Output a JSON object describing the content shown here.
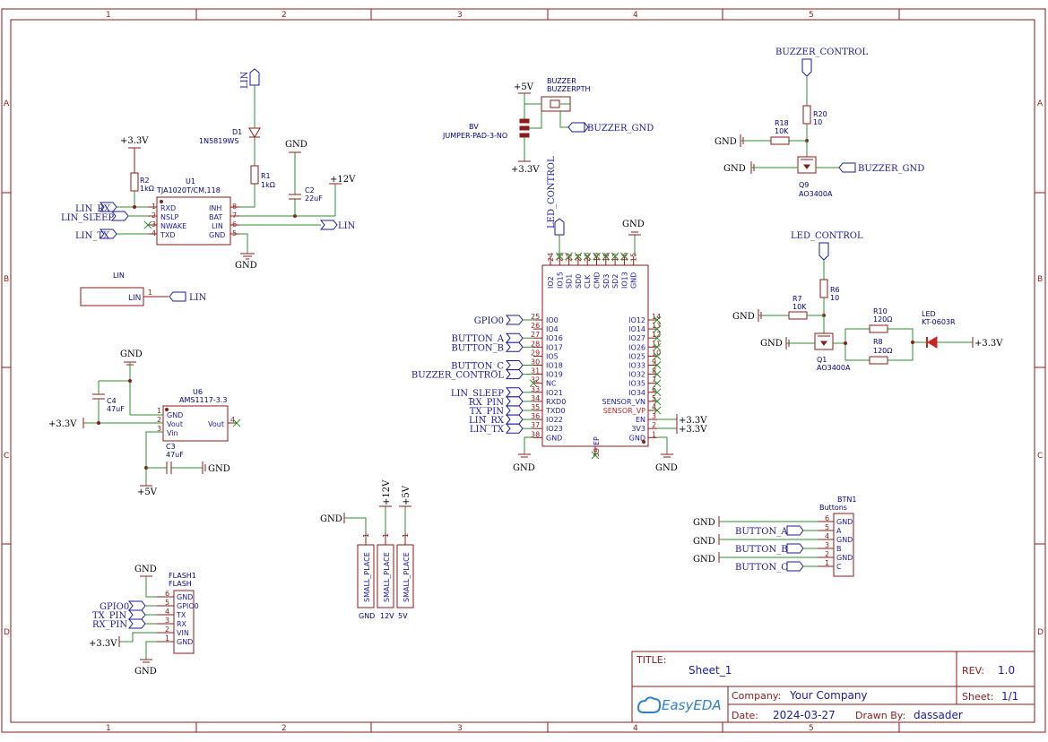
{
  "sheet": {
    "col_labels": [
      "1",
      "2",
      "3",
      "4",
      "5"
    ],
    "row_labels": [
      "A",
      "B",
      "C",
      "D"
    ]
  },
  "title_block": {
    "title_label": "TITLE:",
    "title": "Sheet_1",
    "rev_label": "REV:",
    "rev": "1.0",
    "company_label": "Company:",
    "company": "Your Company",
    "sheet_label": "Sheet:",
    "sheet": "1/1",
    "date_label": "Date:",
    "date": "2024-03-27",
    "drawn_label": "Drawn By:",
    "drawn_by": "dassader",
    "logo": "EasyEDA"
  },
  "lin_block": {
    "u1_ref": "U1",
    "u1_value": "TJA1020T/CM,118",
    "u1_pins": [
      "RXD",
      "NSLP",
      "NWAKE",
      "TXD",
      "INH",
      "BAT",
      "LIN",
      "GND"
    ],
    "u1_pin_nums": [
      "1",
      "2",
      "3",
      "4",
      "8",
      "7",
      "6",
      "5"
    ],
    "nets_left": [
      "LIN_RX",
      "LIN_SLEEP",
      "LIN_TX"
    ],
    "r2_ref": "R2",
    "r2_value": "1kΩ",
    "r1_ref": "R1",
    "r1_value": "1kΩ",
    "d1_ref": "D1",
    "d1_value": "1N5819WS",
    "c2_ref": "C2",
    "c2_value": "22uF",
    "net_lin": "LIN",
    "pwr_33": "+3.3V",
    "pwr_12": "+12V",
    "gnd": "GND"
  },
  "lin_conn": {
    "title": "LIN",
    "pin_label": "LIN",
    "pin_num": "1",
    "net": "LIN"
  },
  "regulator": {
    "ref": "U6",
    "value": "AMS1117-3.3",
    "pins_left": [
      "GND",
      "Vout",
      "Vin"
    ],
    "pin_nums_left": [
      "1",
      "2",
      "3"
    ],
    "pin_right": "Vout",
    "pin_num_right": "4",
    "c4_ref": "C4",
    "c4_value": "47uF",
    "c3_ref": "C3",
    "c3_value": "47uF",
    "pwr_33": "+3.3V",
    "pwr_5": "+5V",
    "gnd": "GND"
  },
  "flash": {
    "ref": "FLASH1",
    "value": "FLASH",
    "pins": [
      "GND",
      "GPIO0",
      "TX",
      "RX",
      "VIN",
      "GND"
    ],
    "pin_nums": [
      "6",
      "5",
      "4",
      "3",
      "2",
      "1"
    ],
    "nets": [
      "GPIO0",
      "TX_PIN",
      "RX_PIN"
    ],
    "pwr_33": "+3.3V",
    "gnd": "GND"
  },
  "buzzer": {
    "ref": "BUZZER",
    "value": "BUZZERPTH",
    "jumper_ref": "BV",
    "jumper_value": "JUMPER-PAD-3-NO",
    "net": "BUZZER_GND",
    "pwr_5": "+5V",
    "pwr_33": "+3.3V"
  },
  "esp": {
    "top_pins": [
      "IO2",
      "IO15",
      "SD1",
      "SD0",
      "CLK",
      "CMD",
      "SD3",
      "SD2",
      "IO13",
      "GND"
    ],
    "top_nums": [
      "24",
      "23",
      "22",
      "21",
      "20",
      "19",
      "18",
      "17",
      "16",
      "15"
    ],
    "left_pins": [
      "IO0",
      "IO4",
      "IO16",
      "IO17",
      "IO5",
      "IO18",
      "IO19",
      "NC",
      "IO21",
      "RXD0",
      "TXD0",
      "IO22",
      "IO23",
      "GND"
    ],
    "left_nums": [
      "25",
      "26",
      "27",
      "28",
      "29",
      "30",
      "31",
      "32",
      "33",
      "34",
      "35",
      "36",
      "37",
      "38"
    ],
    "right_pins": [
      "IO12",
      "IO14",
      "IO27",
      "IO26",
      "IO25",
      "IO33",
      "IO32",
      "IO35",
      "IO34",
      "SENSOR_VN",
      "SENSOR_VP",
      "EN",
      "3V3",
      "GND"
    ],
    "right_nums": [
      "14",
      "13",
      "12",
      "11",
      "10",
      "9",
      "8",
      "7",
      "6",
      "5",
      "4",
      "3",
      "2",
      "1"
    ],
    "left_nets": [
      "GPIO0",
      "BUTTON_A",
      "BUTTON_B",
      "BUTTON_C",
      "BUZZER_CONTROL",
      "LIN_SLEEP",
      "RX_PIN",
      "TX_PIN",
      "LIN_RX",
      "LIN_TX"
    ],
    "top_net": "LED_CONTROL",
    "ep_label": "EP",
    "ep_num": "39",
    "pwr_33": "+3.3V",
    "gnd": "GND"
  },
  "buzzer_drive": {
    "net_ctrl": "BUZZER_CONTROL",
    "r20_ref": "R20",
    "r20_value": "10",
    "r18_ref": "R18",
    "r18_value": "10K",
    "q_ref": "Q9",
    "q_value": "AO3400A",
    "net_out": "BUZZER_GND",
    "gnd": "GND"
  },
  "led_drive": {
    "net_ctrl": "LED_CONTROL",
    "r6_ref": "R6",
    "r6_value": "10",
    "r7_ref": "R7",
    "r7_value": "10K",
    "q_ref": "Q1",
    "q_value": "AO3400A",
    "r10_ref": "R10",
    "r10_value": "120Ω",
    "r8_ref": "R8",
    "r8_value": "120Ω",
    "led_ref": "LED",
    "led_value": "KT-0603R",
    "pwr_33": "+3.3V",
    "gnd": "GND"
  },
  "places": {
    "labels": [
      "SMALL_PLACE",
      "SMALL_PLACE",
      "SMALL_PLACE"
    ],
    "pin_num": "1",
    "bottom": [
      "GND",
      "12V",
      "5V"
    ],
    "pwr": [
      "GND",
      "+12V",
      "+5V"
    ]
  },
  "buttons": {
    "ref": "BTN1",
    "value": "Buttons",
    "pins": [
      "GND",
      "A",
      "GND",
      "B",
      "GND",
      "C"
    ],
    "pin_nums": [
      "6",
      "5",
      "4",
      "3",
      "2",
      "1"
    ],
    "nets": [
      "BUTTON_A",
      "BUTTON_B",
      "BUTTON_C"
    ],
    "gnd": "GND"
  }
}
